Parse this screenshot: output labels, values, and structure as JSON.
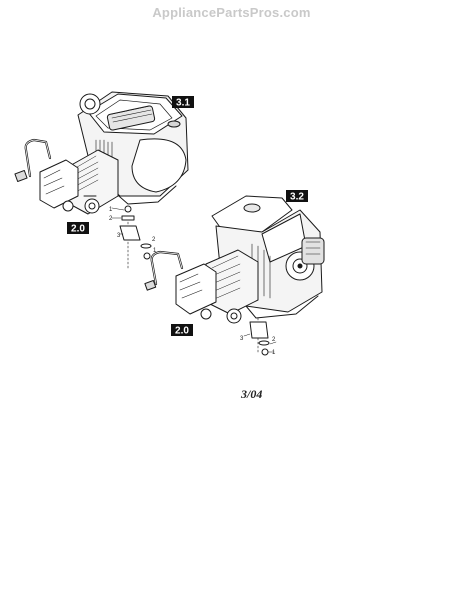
{
  "watermark": "AppliancePartsPros.com",
  "assembly_labels": {
    "upper_engine": "3.1",
    "upper_pump": "2.0",
    "lower_engine": "3.2",
    "lower_pump": "2.0"
  },
  "callouts_upper": [
    "1",
    "2",
    "3",
    "2",
    "1"
  ],
  "callouts_lower": [
    "2",
    "3",
    "1"
  ],
  "date_code": "3/04"
}
